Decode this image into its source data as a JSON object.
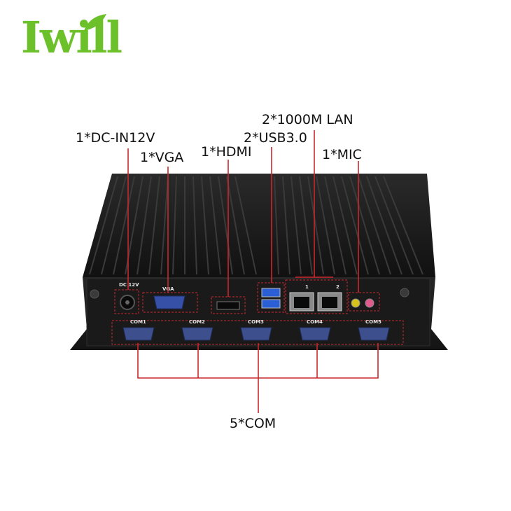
{
  "logo": {
    "text": "Iwill",
    "color": "#6cc12a"
  },
  "callouts": {
    "dc_in": "1*DC-IN12V",
    "vga": "1*VGA",
    "hdmi": "1*HDMI",
    "usb": "2*USB3.0",
    "lan": "2*1000M LAN",
    "mic": "1*MIC",
    "com": "5*COM"
  },
  "port_labels": {
    "dc": "DC 12V",
    "vga": "VGA",
    "lan1": "1",
    "lan2": "2",
    "com1": "COM1",
    "com2": "COM2",
    "com3": "COM3",
    "com4": "COM4",
    "com5": "COM5"
  },
  "colors": {
    "accent_line": "#c8282c",
    "device_body": "#1c1c1c",
    "logo_green": "#6cc12a"
  }
}
